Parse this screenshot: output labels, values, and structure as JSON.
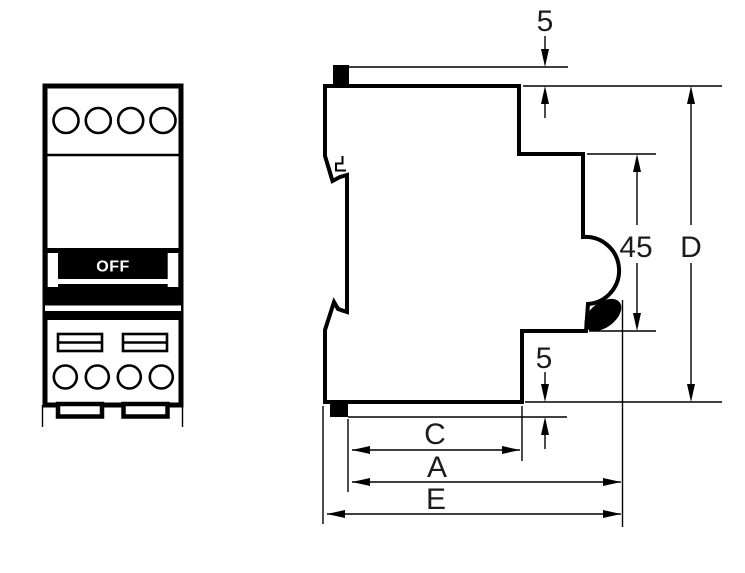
{
  "drawing": {
    "front_view": {
      "switch_label": "OFF"
    },
    "dimensions": {
      "top_clip": "5",
      "recess_height": "45",
      "overall_height": "D",
      "bottom_clip": "5",
      "width_c": "C",
      "width_a": "A",
      "width_e": "E"
    },
    "colors": {
      "line": "#000000",
      "background": "#ffffff",
      "label_text": "#1c1c1c",
      "switch_text": "#ffffff"
    }
  }
}
